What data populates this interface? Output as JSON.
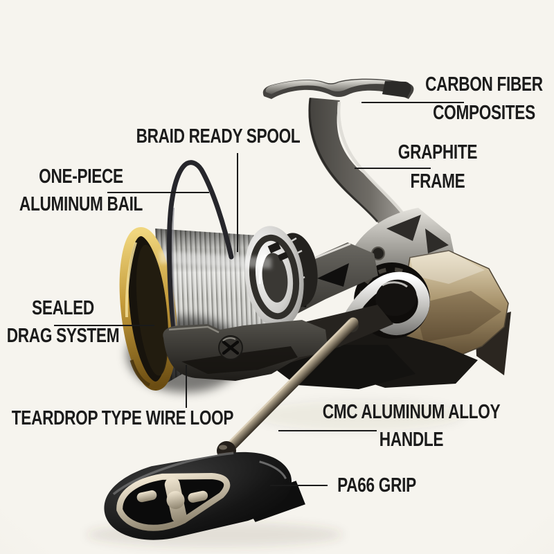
{
  "page": {
    "background_color": "#f6f4ee",
    "label_text_color": "#1b1b1b",
    "leader_line_color": "#1a1a1a"
  },
  "callouts": {
    "carbon_fiber": {
      "lines": [
        "CARBON FIBER",
        "COMPOSITES"
      ]
    },
    "graphite_frame": {
      "lines": [
        "GRAPHITE",
        "FRAME"
      ]
    },
    "braid_spool": {
      "lines": [
        "BRAID READY SPOOL"
      ]
    },
    "aluminum_bail": {
      "lines": [
        "ONE-PIECE",
        "ALUMINUM BAIL"
      ]
    },
    "drag_system": {
      "lines": [
        "SEALED",
        "DRAG SYSTEM"
      ]
    },
    "wire_loop": {
      "lines": [
        "TEARDROP TYPE WIRE LOOP"
      ]
    },
    "handle": {
      "lines": [
        "CMC ALUMINUM ALLOY",
        "HANDLE"
      ]
    },
    "grip": {
      "lines": [
        "PA66 GRIP"
      ]
    }
  },
  "illustration_colors": {
    "gold_spool_rim": "#c49b3a",
    "chrome": "#d8d7d3",
    "gunmetal": "#3c3a36",
    "champagne_body": "#a8936c",
    "grip_black": "#111111",
    "bail_wire": "#26262b"
  }
}
